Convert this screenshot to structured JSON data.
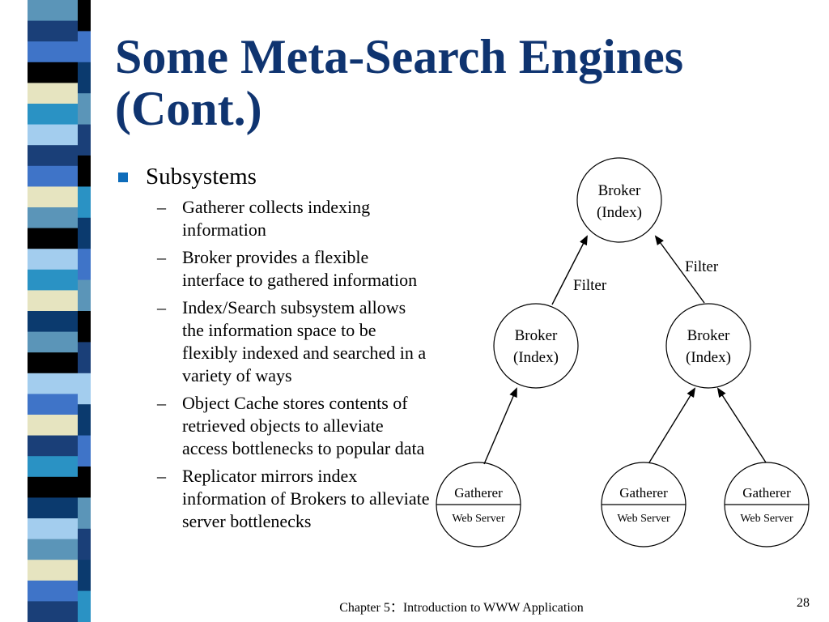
{
  "slide": {
    "title_line1": "Some Meta-Search Engines",
    "title_line2": "(Cont.)",
    "bullet": "Subsystems",
    "sub_bullets": [
      "Gatherer collects indexing information",
      "Broker provides a flexible interface to gathered information",
      "Index/Search subsystem allows the information space to be flexibly indexed and searched in a variety of ways",
      "Object Cache stores contents of retrieved objects to alleviate access bottlenecks to popular data",
      "Replicator mirrors index information of Brokers to alleviate server bottlenecks"
    ],
    "footer": "Chapter 5：Introduction to WWW Application",
    "page_number": "28"
  },
  "diagram": {
    "broker_label": "Broker",
    "index_label": "(Index)",
    "filter_label": "Filter",
    "gatherer_label": "Gatherer",
    "web_server_label": "Web Server"
  },
  "colors": {
    "title": "#0f3470",
    "bullet_square": "#0e6cba",
    "stripe": [
      "#5b95b8",
      "#1a3f78",
      "#3f74c8",
      "#000000",
      "#e6e4c0",
      "#2a92c4",
      "#a3cdee",
      "#0b3a6e",
      "#ffffff"
    ]
  }
}
